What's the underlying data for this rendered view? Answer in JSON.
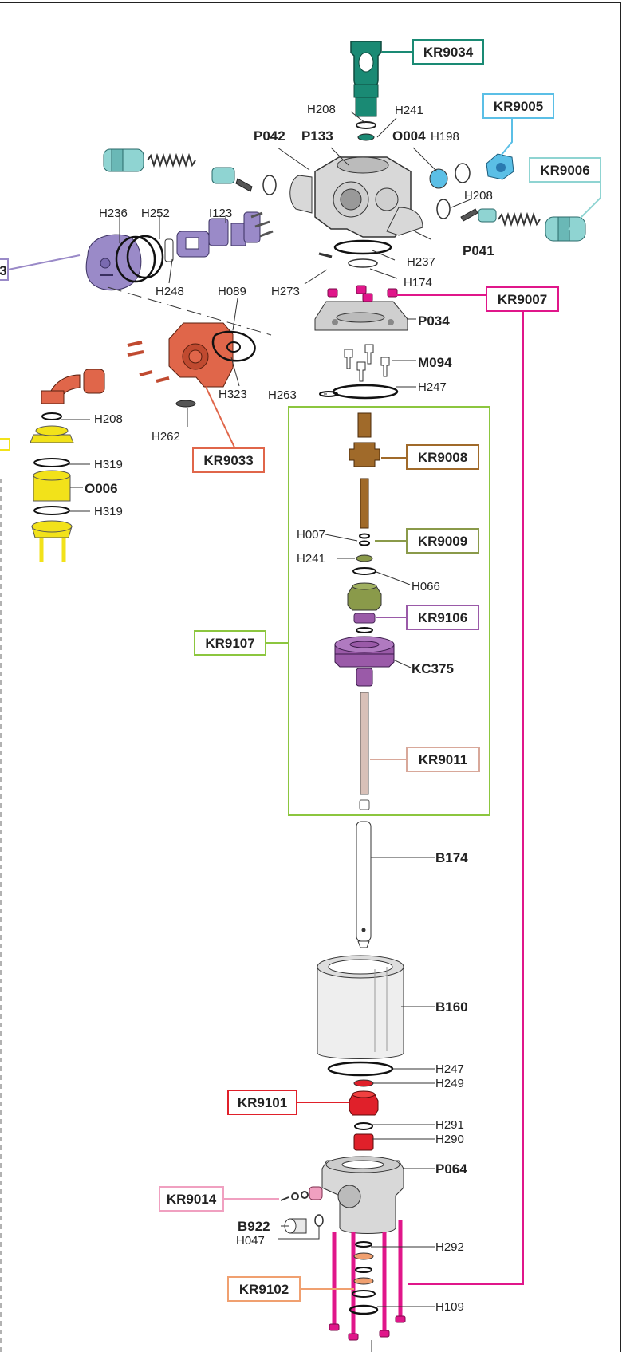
{
  "colors": {
    "teal": "#1a8a74",
    "sky": "#5bbfe6",
    "pale_teal": "#8fd4d2",
    "magenta": "#e0168a",
    "lavender": "#9a8ac8",
    "salmon": "#e0664a",
    "yellow": "#f2e21a",
    "lime": "#8cc63f",
    "brown": "#a06a2a",
    "olive": "#8a9a4a",
    "purple": "#9a5aa8",
    "rose": "#d8a89a",
    "red": "#e0202a",
    "pink": "#f0a0c0",
    "orange": "#f0a070"
  },
  "boxed_labels": [
    {
      "id": "kr9034",
      "text": "KR9034",
      "color": "teal"
    },
    {
      "id": "kr9005",
      "text": "KR9005",
      "color": "sky"
    },
    {
      "id": "kr9006",
      "text": "KR9006",
      "color": "pale_teal"
    },
    {
      "id": "kr9007",
      "text": "KR9007",
      "color": "magenta"
    },
    {
      "id": "kr9033",
      "text": "KR9033",
      "color": "salmon"
    },
    {
      "id": "kr9008",
      "text": "KR9008",
      "color": "brown"
    },
    {
      "id": "kr9009",
      "text": "KR9009",
      "color": "olive"
    },
    {
      "id": "kr9106",
      "text": "KR9106",
      "color": "purple"
    },
    {
      "id": "kr9107",
      "text": "KR9107",
      "color": "lime"
    },
    {
      "id": "kr9011",
      "text": "KR9011",
      "color": "rose"
    },
    {
      "id": "kr9101",
      "text": "KR9101",
      "color": "red"
    },
    {
      "id": "kr9014",
      "text": "KR9014",
      "color": "pink"
    },
    {
      "id": "kr9102",
      "text": "KR9102",
      "color": "orange"
    }
  ],
  "part_labels": {
    "h208_top": "H208",
    "h241_top": "H241",
    "p042": "P042",
    "p133": "P133",
    "o004": "O004",
    "h198": "H198",
    "h208_right": "H208",
    "h236": "H236",
    "h252": "H252",
    "i123": "I123",
    "p041": "P041",
    "h248": "H248",
    "h237": "H237",
    "h273": "H273",
    "h174": "H174",
    "h089": "H089",
    "p034": "P034",
    "m094": "M094",
    "h263": "H263",
    "h247_top": "H247",
    "h323": "H323",
    "h208_left": "H208",
    "h262": "H262",
    "h319_a": "H319",
    "o006": "O006",
    "h319_b": "H319",
    "h007": "H007",
    "h241_mid": "H241",
    "h066": "H066",
    "kc375": "KC375",
    "b174": "B174",
    "b160": "B160",
    "h247_bot": "H247",
    "h249": "H249",
    "h291": "H291",
    "h290": "H290",
    "p064": "P064",
    "b922": "B922",
    "h047": "H047",
    "h292": "H292",
    "h109": "H109"
  }
}
